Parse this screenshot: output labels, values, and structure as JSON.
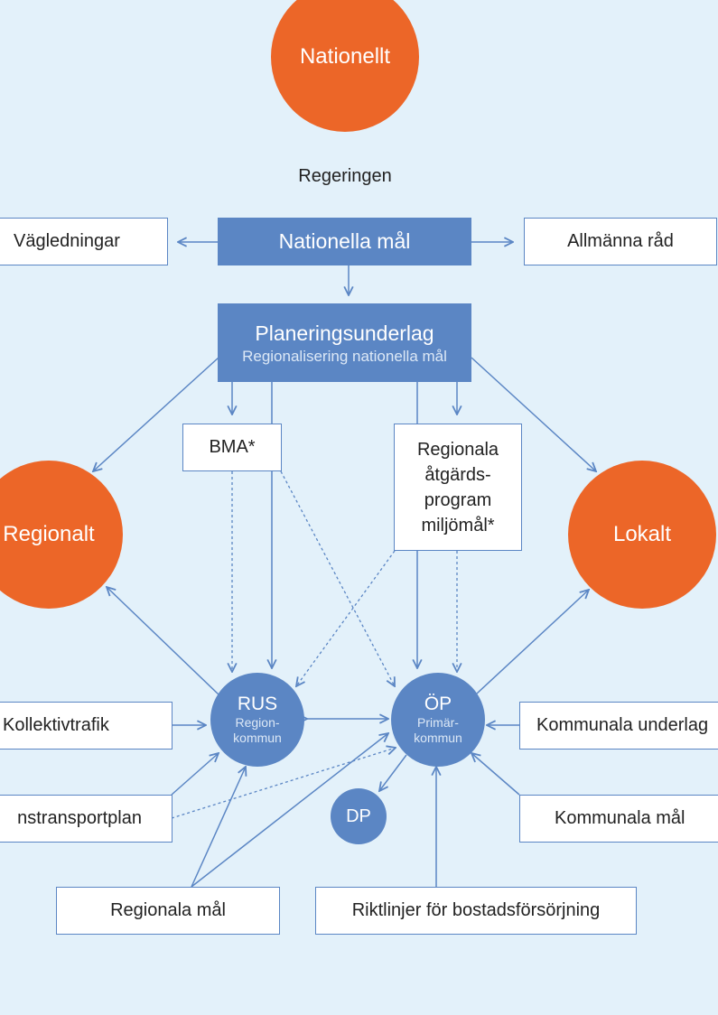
{
  "colors": {
    "background": "#e3f1fa",
    "orange": "#ec6628",
    "blue": "#5b86c4",
    "line": "#5b86c4"
  },
  "levels": {
    "national": "Nationellt",
    "regional": "Regionalt",
    "local": "Lokalt"
  },
  "government": "Regeringen",
  "national_goals": "Nationella mål",
  "guidance": "Vägledningar",
  "general_advice": "Allmänna råd",
  "planning_basis": {
    "title": "Planeringsunderlag",
    "subtitle": "Regionalisering nationella mål"
  },
  "bma": "BMA*",
  "regional_action": {
    "line1": "Regionala",
    "line2": "åtgärds-",
    "line3": "program",
    "line4": "miljömål*"
  },
  "rus": {
    "title": "RUS",
    "sub1": "Region-",
    "sub2": "kommun"
  },
  "op": {
    "title": "ÖP",
    "sub1": "Primär-",
    "sub2": "kommun"
  },
  "dp": "DP",
  "public_transport": "Kollektivtrafik",
  "transport_plan": "nstransportplan",
  "municipal_basis": "Kommunala underlag",
  "municipal_goals": "Kommunala mål",
  "regional_goals": "Regionala mål",
  "housing_guidelines": "Riktlinjer för bostadsförsörjning"
}
